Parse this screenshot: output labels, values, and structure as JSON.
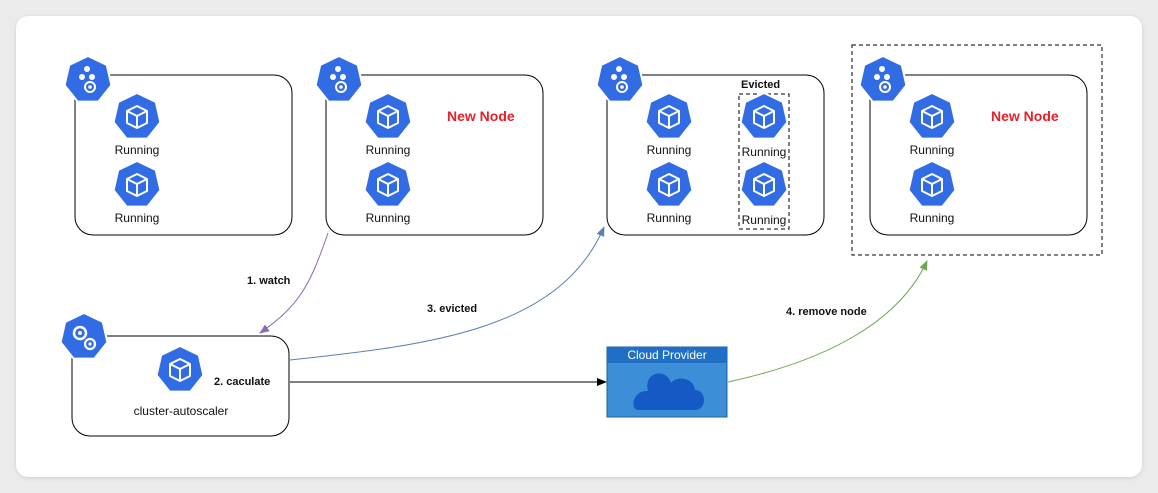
{
  "colors": {
    "k8s_blue": "#326ce5",
    "new_node_red": "#e8202a",
    "watch_edge": "#8a6ab0",
    "evicted_edge": "#5b7fae",
    "remove_edge": "#6aa84f",
    "cloud_header": "#1f6fc7",
    "cloud_body": "#3c8fd6"
  },
  "nodes": [
    {
      "pods": [
        "Running",
        "Running"
      ],
      "title": ""
    },
    {
      "pods": [
        "Running",
        "Running"
      ],
      "title": "New Node"
    },
    {
      "pods": [
        "Running",
        "Running"
      ],
      "evicted_label": "Evicted",
      "evicted_pods": [
        "Running",
        "Running"
      ]
    },
    {
      "pods": [
        "Running",
        "Running"
      ],
      "title": "New Node"
    }
  ],
  "autoscaler": {
    "label": "cluster-autoscaler"
  },
  "cloud_provider": {
    "title": "Cloud Provider",
    "icon": "cloud-icon"
  },
  "edges": {
    "watch": "1. watch",
    "calculate": "2. caculate",
    "evicted": "3. evicted",
    "remove": "4. remove node"
  },
  "icons": {
    "master": "k8s-master-icon",
    "pod": "k8s-pod-icon",
    "control": "k8s-control-icon"
  }
}
